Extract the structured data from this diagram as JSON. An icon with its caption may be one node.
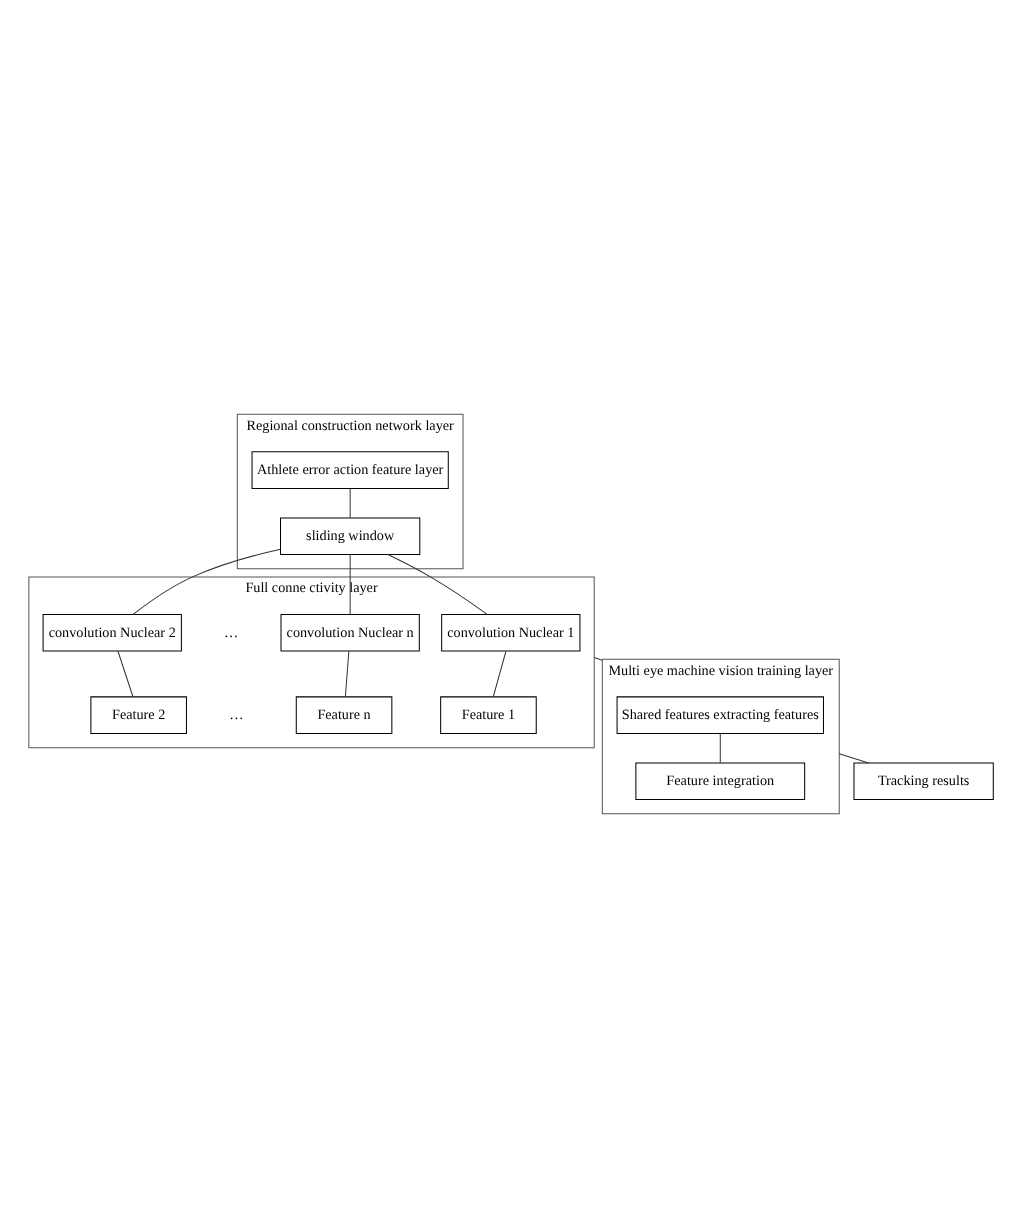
{
  "diagram": {
    "nodes": [
      {
        "text": [
          "Regional construction network layer"
        ]
      },
      {
        "text": [
          "Athlete error action feature layer"
        ],
        "in": 0
      },
      {
        "text": [
          "sliding window"
        ],
        "in": 0
      },
      {
        "text": [
          "Full conne ctivity layer"
        ]
      },
      {
        "text": [
          "convolution Nuclear 1"
        ],
        "in": 3
      },
      {
        "text": [
          "convolution Nuclear 2"
        ],
        "in": 3
      },
      {
        "text": [
          "convolution Nuclear n"
        ],
        "in": 3
      },
      {
        "text": [
          "Feature 1"
        ],
        "in": 3
      },
      {
        "text": [
          "Feature 2"
        ],
        "in": 3
      },
      {
        "text": [
          "Feature n"
        ],
        "in": 3
      },
      {
        "text": [
          "Multi eye machine vision training layer"
        ]
      },
      {
        "text": [
          "Shared features extracting features"
        ],
        "in": 10
      },
      {
        "text": [
          "Feature integration"
        ],
        "in": 10
      },
      {
        "text": [
          "Tracking results"
        ]
      }
    ],
    "edges": [
      {
        "from": 1,
        "to": 2,
        "arrow": "none"
      },
      {
        "from": 2,
        "to": 4,
        "arrow": "none"
      },
      {
        "from": 2,
        "to": 5,
        "arrow": "none"
      },
      {
        "from": 2,
        "to": 6,
        "arrow": "none"
      },
      {
        "from": 4,
        "to": 7,
        "arrow": "none"
      },
      {
        "from": 5,
        "to": 8,
        "arrow": "none"
      },
      {
        "from": 6,
        "to": 9,
        "arrow": "none"
      },
      {
        "from": 3,
        "to": 10,
        "arrow": "none"
      },
      {
        "from": 11,
        "to": 12,
        "arrow": "none"
      },
      {
        "from": 10,
        "to": 13,
        "arrow": "none"
      }
    ],
    "labels": [
      "…",
      "…"
    ]
  }
}
